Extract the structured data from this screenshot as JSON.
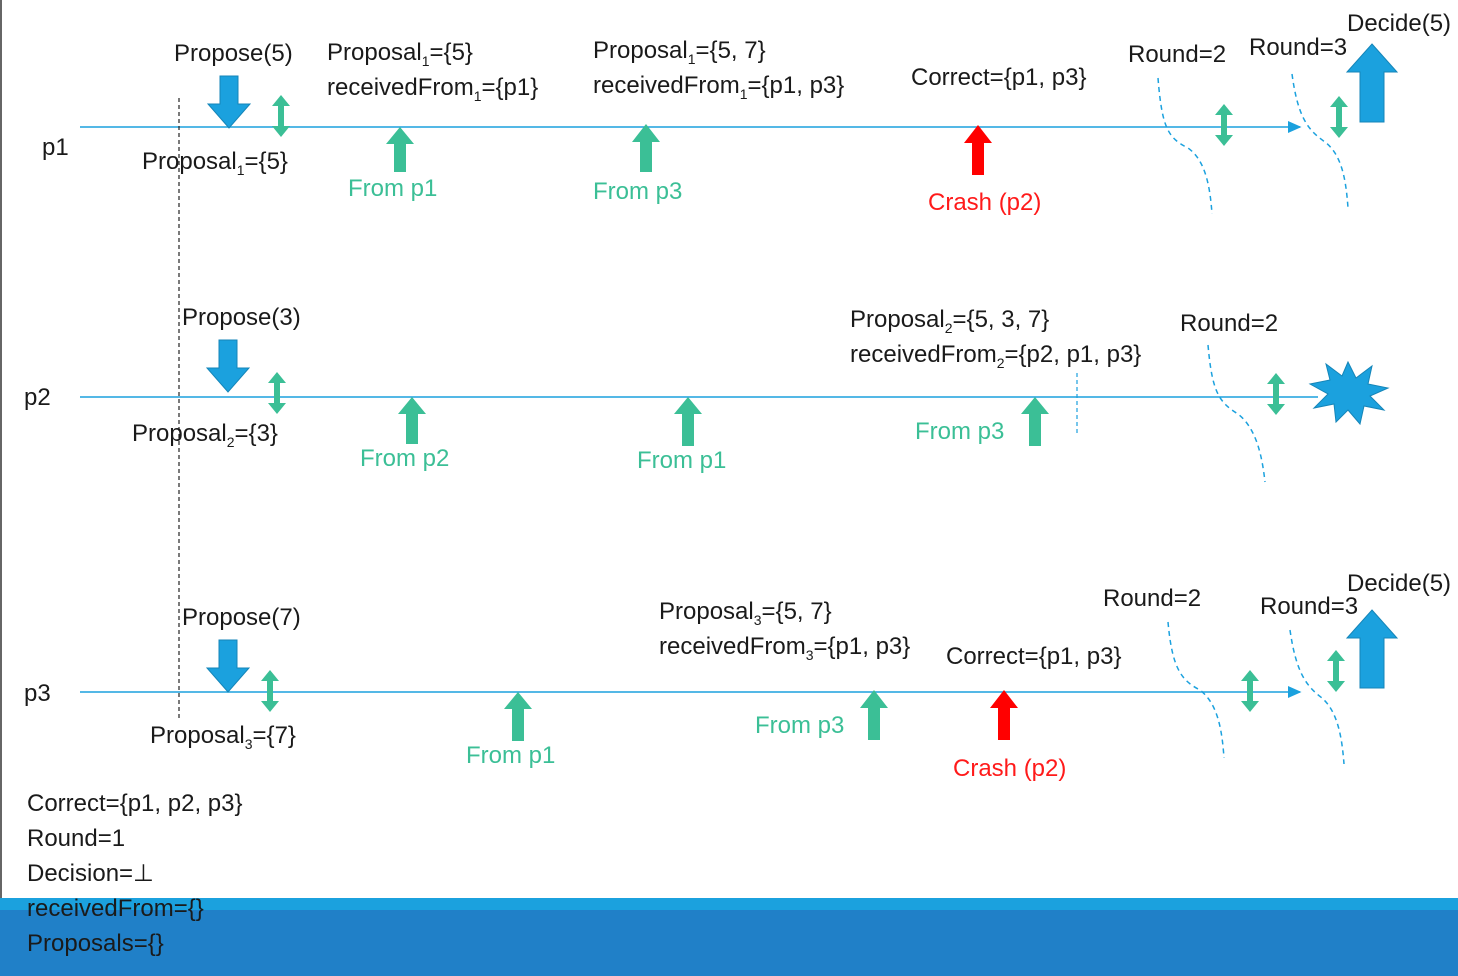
{
  "processes": {
    "p1": "p1",
    "p2": "p2",
    "p3": "p3"
  },
  "p1": {
    "propose": "Propose(5)",
    "proposal_init_pre": "Proposal",
    "proposal_init_sub": "1",
    "proposal_init_post": "={5}",
    "state_a_proposal_pre": "Proposal",
    "state_a_proposal_sub": "1",
    "state_a_proposal_post": "={5}",
    "state_a_received_pre": "receivedFrom",
    "state_a_received_sub": "1",
    "state_a_received_post": "={p1}",
    "state_b_proposal_pre": "Proposal",
    "state_b_proposal_sub": "1",
    "state_b_proposal_post": "={5, 7}",
    "state_b_received_pre": "receivedFrom",
    "state_b_received_sub": "1",
    "state_b_received_post": "={p1, p3}",
    "correct": "Correct={p1, p3}",
    "from_a": "From p1",
    "from_b": "From p3",
    "crash": "Crash (p2)",
    "round2": "Round=2",
    "round3": "Round=3",
    "decide": "Decide(5)"
  },
  "p2": {
    "propose": "Propose(3)",
    "proposal_init_pre": "Proposal",
    "proposal_init_sub": "2",
    "proposal_init_post": "={3}",
    "state_proposal_pre": "Proposal",
    "state_proposal_sub": "2",
    "state_proposal_post": "={5, 3, 7}",
    "state_received_pre": "receivedFrom",
    "state_received_sub": "2",
    "state_received_post": "={p2, p1, p3}",
    "round2": "Round=2",
    "from_a": "From p2",
    "from_b": "From p1",
    "from_c": "From p3"
  },
  "p3": {
    "propose": "Propose(7)",
    "proposal_init_pre": "Proposal",
    "proposal_init_sub": "3",
    "proposal_init_post": "={7}",
    "state_proposal_pre": "Proposal",
    "state_proposal_sub": "3",
    "state_proposal_post": "={5, 7}",
    "state_received_pre": "receivedFrom",
    "state_received_sub": "3",
    "state_received_post": "={p1, p3}",
    "correct": "Correct={p1, p3}",
    "from_a": "From p1",
    "from_b": "From p3",
    "crash": "Crash (p2)",
    "round2": "Round=2",
    "round3": "Round=3",
    "decide": "Decide(5)"
  },
  "initial_state": {
    "correct": "Correct={p1, p2, p3}",
    "round": "Round=1",
    "decision": "Decision=⊥",
    "received": "receivedFrom={}",
    "proposals": "Proposals={}"
  },
  "colors": {
    "timeline": "#1ba1de",
    "propose_arrow": "#1ba1de",
    "message_arrow": "#3bbf96",
    "crash_arrow": "#ff0000",
    "decide_arrow": "#1ba1de",
    "crash_star": "#1ba1de"
  },
  "icons": {
    "propose": "down-arrow-icon",
    "exchange": "double-arrow-icon",
    "message": "up-arrow-icon",
    "crash": "crash-arrow-icon",
    "decide": "up-arrow-icon",
    "crashed": "starburst-icon"
  }
}
